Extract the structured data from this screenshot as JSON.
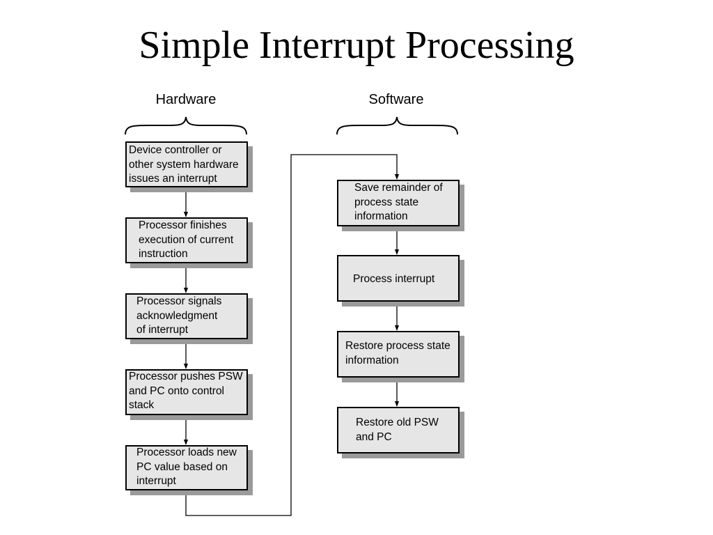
{
  "title": "Simple Interrupt Processing",
  "hardware": {
    "label": "Hardware",
    "steps": [
      "Device controller or\nother system hardware\nissues an interrupt",
      "Processor finishes\nexecution of current\ninstruction",
      "Processor signals\nacknowledgment\nof interrupt",
      "Processor pushes PSW\nand PC onto control\nstack",
      "Processor loads new\nPC value based on\ninterrupt"
    ]
  },
  "software": {
    "label": "Software",
    "steps": [
      "Save remainder of\nprocess state\ninformation",
      "Process interrupt",
      "Restore process state\ninformation",
      "Restore old PSW\nand PC"
    ]
  }
}
